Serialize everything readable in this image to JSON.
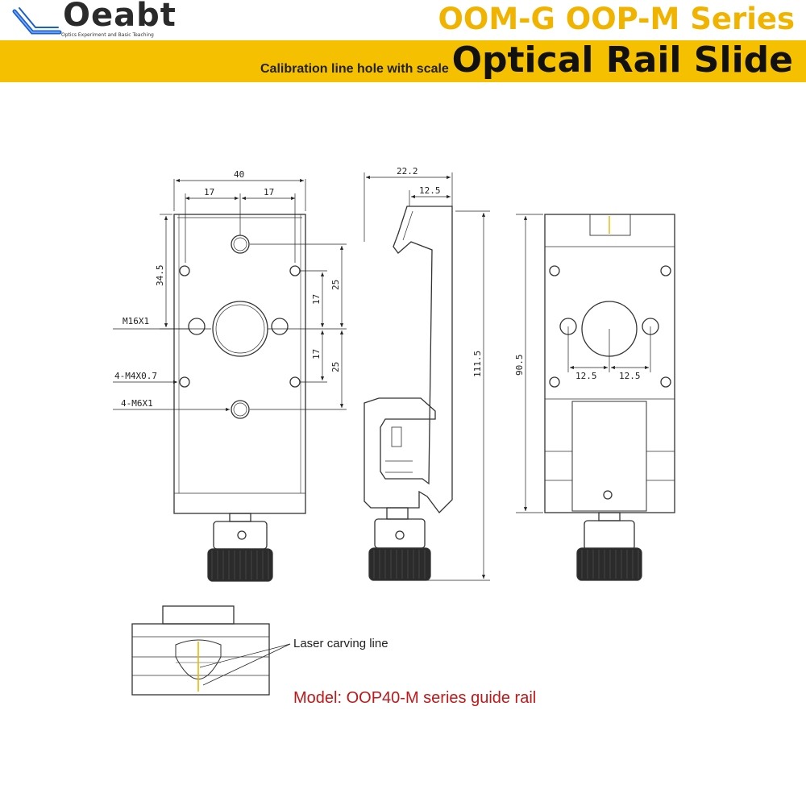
{
  "brand": {
    "name": "Oeabt",
    "tagline": "Optics Experiment and Basic Teaching",
    "accent_color": "#f5c000",
    "icon": "logo-mark"
  },
  "header": {
    "series": "OOM-G OOP-M Series",
    "subtitle": "Calibration line hole with scale",
    "product": "Optical Rail Slide"
  },
  "front_view": {
    "width_total": "40",
    "half_left": "17",
    "half_right": "17",
    "height_top": "34.5",
    "spacing_upper_25": "25",
    "spacing_upper_17": "17",
    "spacing_lower_17": "17",
    "spacing_lower_25": "25",
    "thread_center": "M16X1",
    "thread_small": "4-M4X0.7",
    "thread_mid": "4-M6X1"
  },
  "side_view": {
    "width_total": "22.2",
    "width_tip": "12.5",
    "height_total": "111.5"
  },
  "back_view": {
    "height_total": "90.5",
    "hole_left": "12.5",
    "hole_right": "12.5"
  },
  "detail_view": {
    "callout": "Laser carving line",
    "model_note": "Model: OOP40-M series guide rail",
    "model_note_color": "#c01818"
  }
}
